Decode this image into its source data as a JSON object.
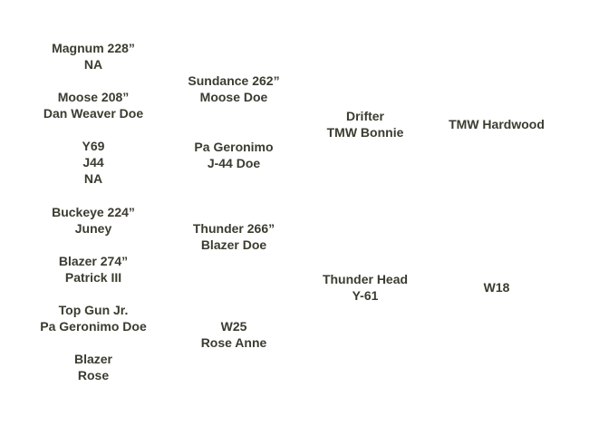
{
  "pedigree": {
    "great_grandparents": {
      "magnum": {
        "line1": "Magnum 228”",
        "line2": "NA"
      },
      "moose": {
        "line1": "Moose 208”",
        "line2": "Dan Weaver Doe"
      },
      "y69": {
        "line1": "Y69",
        "line2": "J44",
        "line3": "NA"
      },
      "buckeye": {
        "line1": "Buckeye 224”",
        "line2": "Juney"
      },
      "blazer274": {
        "line1": "Blazer 274”",
        "line2": "Patrick III"
      },
      "topgun": {
        "line1": "Top Gun Jr.",
        "line2": "Pa Geronimo Doe"
      },
      "blazerrose": {
        "line1": "Blazer",
        "line2": "Rose"
      }
    },
    "grandparents": {
      "sundance": {
        "line1": "Sundance 262”",
        "line2": "Moose Doe"
      },
      "pageronimo": {
        "line1": "Pa Geronimo",
        "line2": "J-44 Doe"
      },
      "thunder": {
        "line1": "Thunder 266”",
        "line2": "Blazer Doe"
      },
      "w25": {
        "line1": "W25",
        "line2": "Rose Anne"
      }
    },
    "parents": {
      "drifter": {
        "line1": "Drifter",
        "line2": "TMW Bonnie"
      },
      "thunderhead": {
        "line1": "Thunder Head",
        "line2": "Y-61"
      }
    },
    "subjects": {
      "tmwhardwood": {
        "line1": "TMW Hardwood"
      },
      "w18": {
        "line1": "W18"
      }
    }
  }
}
